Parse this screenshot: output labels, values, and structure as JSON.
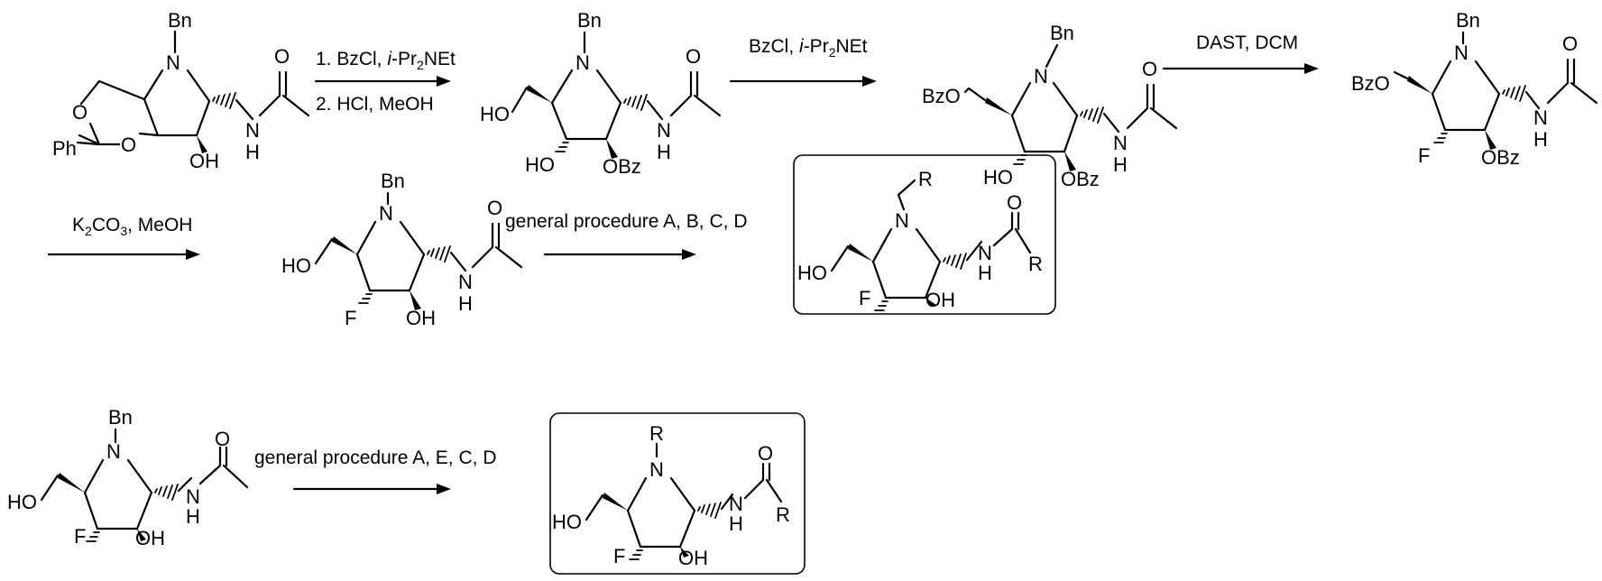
{
  "atoms": {
    "bn": "Bn",
    "n": "N",
    "h": "H",
    "o": "O",
    "oh": "OH",
    "ho": "HO",
    "f": "F",
    "bz_o": "BzO",
    "o_bz": "OBz",
    "ph": "Ph",
    "r": "R"
  },
  "steps": {
    "step1": {
      "line1": "1. BzCl, i-Pr2NEt",
      "line2": "2. HCl, MeOH"
    },
    "step2": {
      "line1": "BzCl, i-Pr2NEt"
    },
    "step3": {
      "line1": "DAST, DCM"
    },
    "step4": {
      "line1": "K2CO3, MeOH"
    },
    "step5": {
      "line1": "general procedure A, B, C, D"
    },
    "step6": {
      "line1": "general procedure A, E, C, D"
    }
  }
}
